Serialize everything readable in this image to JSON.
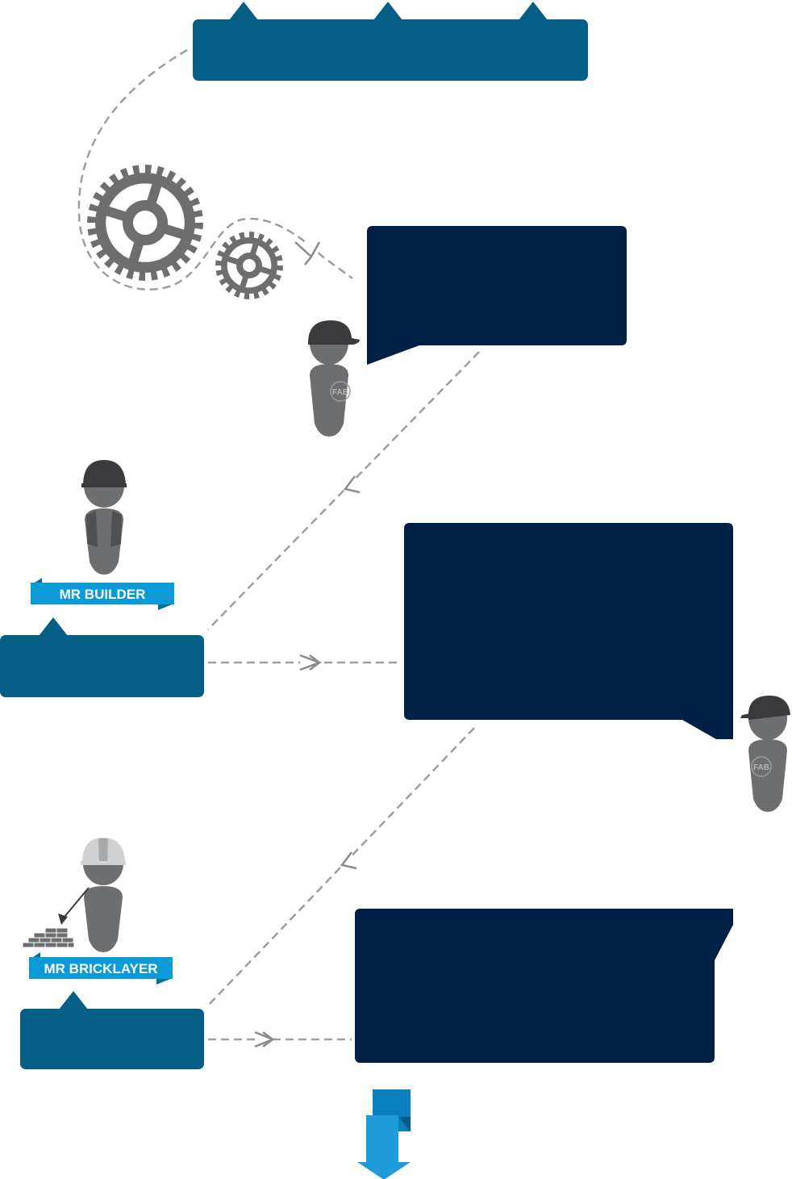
{
  "labels": {
    "builder": "MR BUILDER",
    "bricklayer": "MR BRICKLAYER"
  },
  "worker_badge_text": "FAB",
  "colors": {
    "teal_box": "#045e86",
    "navy_box": "#001f44",
    "ribbon": "#0a9ad6",
    "ribbon_dark": "#066f9d",
    "gear": "#6d6e70",
    "person": "#6d6e70",
    "helmet_dark": "#3a3a3c",
    "helmet_light": "#cfd0d2",
    "dash": "#b3b4b6",
    "arrow_blue": "#1e9bd8"
  },
  "icons": [
    "gear-icon",
    "worker-icon",
    "builder-icon",
    "bricklayer-icon",
    "trowel-icon",
    "bricks-icon",
    "down-arrow-icon",
    "arrowhead-icon"
  ]
}
